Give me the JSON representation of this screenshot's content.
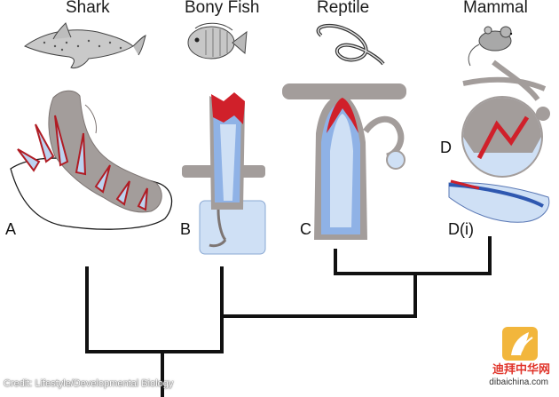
{
  "animals": [
    {
      "name": "Shark",
      "panel": "A"
    },
    {
      "name": "Bony Fish",
      "panel": "B"
    },
    {
      "name": "Reptile",
      "panel": "C"
    },
    {
      "name": "Mammal",
      "panel": "D",
      "panel_extra": "D(i)"
    }
  ],
  "credit": "Credit: Lifestyle/Developmental Biology",
  "watermark": {
    "text": "迪拜中华网",
    "url": "dibaichina.com"
  },
  "colors": {
    "enamel_red": "#d0202a",
    "pulp_blue": "#8fb2e6",
    "light_blue": "#cfe0f5",
    "bone_gray": "#a19a97",
    "tree_line": "#111111",
    "watermark_red": "#e0342a"
  },
  "icons": [
    "shark-illustration",
    "bony-fish-illustration",
    "snake-illustration",
    "mouse-illustration"
  ]
}
